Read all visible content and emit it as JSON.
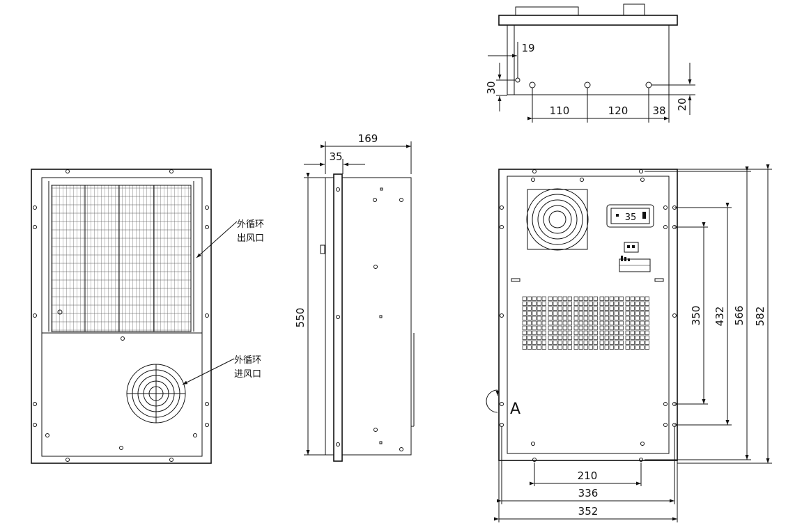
{
  "labels": {
    "outlet_line1": "外循环",
    "outlet_line2": "出风口",
    "inlet_line1": "外循环",
    "inlet_line2": "进风口",
    "detail_marker": "A",
    "display_reading": "35"
  },
  "dimensions": {
    "top_19": "19",
    "top_30": "30",
    "top_110": "110",
    "top_120": "120",
    "top_38": "38",
    "top_20": "20",
    "side_169": "169",
    "side_35": "35",
    "side_550": "550",
    "back_350": "350",
    "back_432": "432",
    "back_566": "566",
    "back_582": "582",
    "back_210": "210",
    "back_336": "336",
    "back_352": "352"
  }
}
